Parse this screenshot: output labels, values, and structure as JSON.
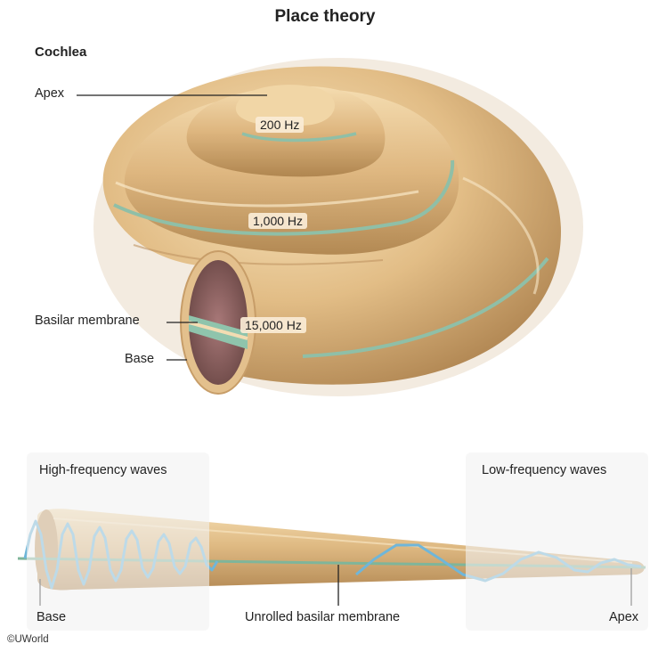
{
  "title": "Place theory",
  "cochlea": {
    "section_label": "Cochlea",
    "apex_label": "Apex",
    "basilar_membrane_label": "Basilar membrane",
    "base_label": "Base",
    "frequencies": {
      "apex": "200 Hz",
      "middle": "1,000 Hz",
      "base": "15,000 Hz"
    }
  },
  "unrolled": {
    "high_freq_title": "High-frequency waves",
    "low_freq_title": "Low-frequency waves",
    "base_label": "Base",
    "membrane_label": "Unrolled basilar membrane",
    "apex_label": "Apex"
  },
  "copyright": "©UWorld",
  "colors": {
    "tube_light": "#f3d9a9",
    "tube_mid": "#d9b27b",
    "tube_dark": "#a8804e",
    "membrane": "#8fbfa7",
    "wave": "#6fb6d9",
    "panel": "#f1f1f2"
  }
}
